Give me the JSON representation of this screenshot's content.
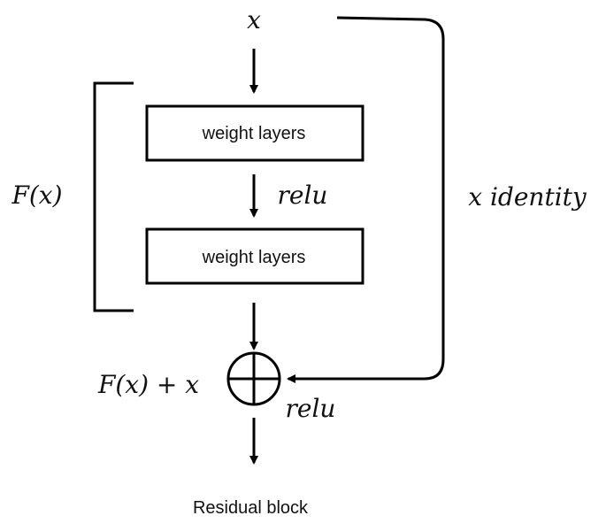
{
  "diagram": {
    "input_label": "x",
    "block_label": "F(x)",
    "layer1_label": "weight layers",
    "layer2_label": "weight layers",
    "activation_label": "relu",
    "identity_label": "x identity",
    "sum_label": "F(x) + x",
    "output_activation_label": "relu",
    "caption": "Residual block"
  }
}
